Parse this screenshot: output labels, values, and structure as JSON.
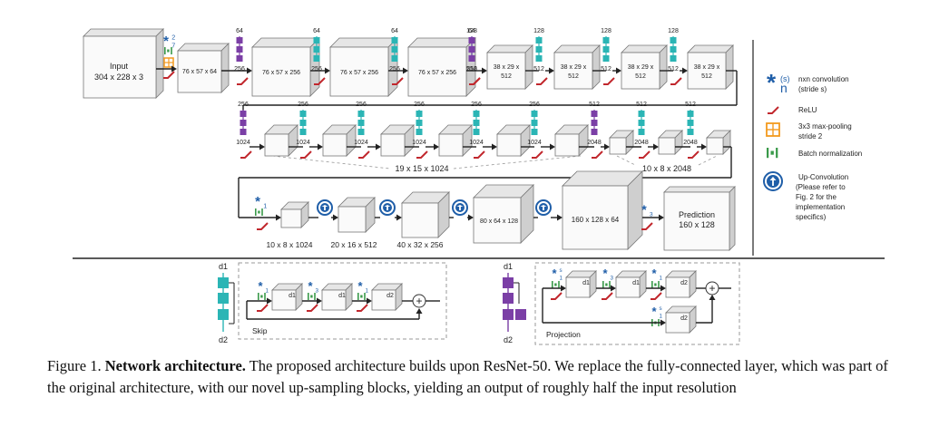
{
  "blocks": {
    "input": {
      "title": "Input",
      "dims": "304 x 228 x 3"
    },
    "r1": [
      "76 x 57 x 64",
      "76 x 57 x 256",
      "76 x 57 x 256",
      "76 x 57 x 256"
    ],
    "r1b": [
      "38 x 29 x",
      "512"
    ],
    "r2_groups": [
      "19 x 15 x 1024",
      "10 x 8 x 2048"
    ],
    "r3": [
      "10 x 8 x 1024",
      "20 x 16 x 512",
      "40 x 32 x 256",
      "80 x 64 x 128",
      "160 x 128 x 64"
    ],
    "prediction": {
      "title": "Prediction",
      "dims": "160 x 128"
    }
  },
  "filters": {
    "r1": [
      "64",
      "64",
      "64",
      "64",
      "128",
      "128",
      "128",
      "128"
    ],
    "r1_side": [
      "256",
      "256",
      "256",
      "256",
      "512",
      "512",
      "512",
      "512"
    ],
    "r2": [
      "256",
      "256",
      "256",
      "256",
      "256",
      "256",
      "512",
      "512",
      "512"
    ],
    "r2_side": [
      "1024",
      "1024",
      "1024",
      "1024",
      "1024",
      "1024",
      "2048",
      "2048",
      "2048"
    ]
  },
  "glyphs": {
    "conv": "*",
    "up": "↑",
    "plus": "+"
  },
  "conv_labels": {
    "first_sup": "2",
    "first_sub": "7",
    "one": "1",
    "three": "3"
  },
  "legend": {
    "conv_sup": "(s)",
    "conv_sub": "n",
    "conv_text": [
      "nxn convolution",
      "(stride s)"
    ],
    "relu": "ReLU",
    "pool": [
      "3x3 max-pooling",
      "stride 2"
    ],
    "bn": "Batch normalization",
    "upconv": [
      "Up-Convolution",
      "(Please refer to",
      "Fig. 2 for the",
      "implementation",
      "specifics)"
    ]
  },
  "skip_block": {
    "d1": "d1",
    "d2": "d2",
    "label": "Skip"
  },
  "proj_block": {
    "d1": "d1",
    "d2": "d2",
    "label": "Projection",
    "s": "s"
  },
  "caption": {
    "prefix": "Figure 1.",
    "title": "Network architecture.",
    "text": "The proposed architecture builds upon ResNet-50. We replace the fully-connected layer, which was part of the original architecture, with our novel up-sampling blocks, yielding an output of roughly half the input resolution"
  },
  "colors": {
    "teal": "#2bb5b5",
    "purple": "#7b3fa6",
    "blue": "#1f5ea8",
    "red": "#c1272d",
    "orange": "#f39a1e",
    "bn_green": "#3a9a4a",
    "dark": "#222222"
  }
}
